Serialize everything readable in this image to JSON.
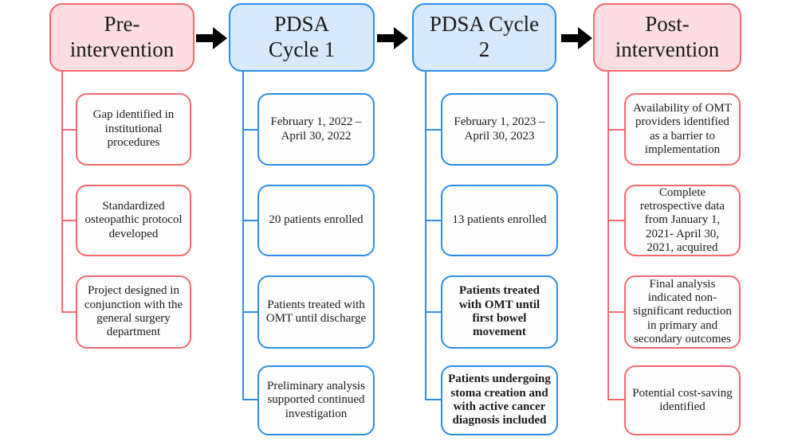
{
  "colors": {
    "pink_fill": "#fcdee2",
    "pink_border": "#f5696e",
    "blue_fill": "#d7e9fb",
    "blue_border": "#2b8ee9",
    "box_fill": "#fdfdfd",
    "arrow": "#000000",
    "text": "#1a1a1a"
  },
  "columns": [
    {
      "title": "Pre-\nintervention",
      "theme": "pink",
      "boxes": [
        {
          "text": "Gap identified in institutional procedures"
        },
        {
          "text": "Standardized osteopathic protocol developed"
        },
        {
          "text": "Project designed in conjunction with the general surgery department"
        }
      ]
    },
    {
      "title": "PDSA\nCycle 1",
      "theme": "blue",
      "boxes": [
        {
          "text": "February 1, 2022 – April 30, 2022"
        },
        {
          "text": "20 patients enrolled"
        },
        {
          "text": "Patients treated with OMT until discharge"
        },
        {
          "text": "Preliminary analysis supported continued investigation"
        }
      ]
    },
    {
      "title": "PDSA Cycle\n2",
      "theme": "blue",
      "boxes": [
        {
          "text": "February 1, 2023 – April 30, 2023"
        },
        {
          "text": "13 patients enrolled"
        },
        {
          "text": "Patients treated with OMT until first bowel movement",
          "bold": true
        },
        {
          "text": "Patients undergoing stoma creation and with active cancer diagnosis included",
          "bold": true
        }
      ]
    },
    {
      "title": "Post-\nintervention",
      "theme": "pink",
      "boxes": [
        {
          "text": "Availability of OMT providers identified as a barrier to implementation"
        },
        {
          "text": "Complete retrospective data from January 1, 2021- April 30, 2021, acquired"
        },
        {
          "text": "Final analysis indicated non-significant reduction in primary and secondary outcomes"
        },
        {
          "text": "Potential cost-saving identified"
        }
      ]
    }
  ]
}
